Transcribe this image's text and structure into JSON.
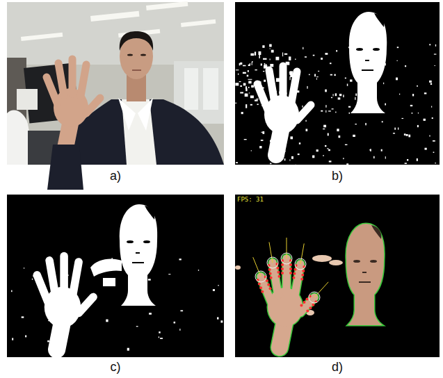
{
  "diagram": {
    "labels": [
      "a)",
      "b)",
      "c)",
      "d)",
      "FPS: 31"
    ]
  }
}
